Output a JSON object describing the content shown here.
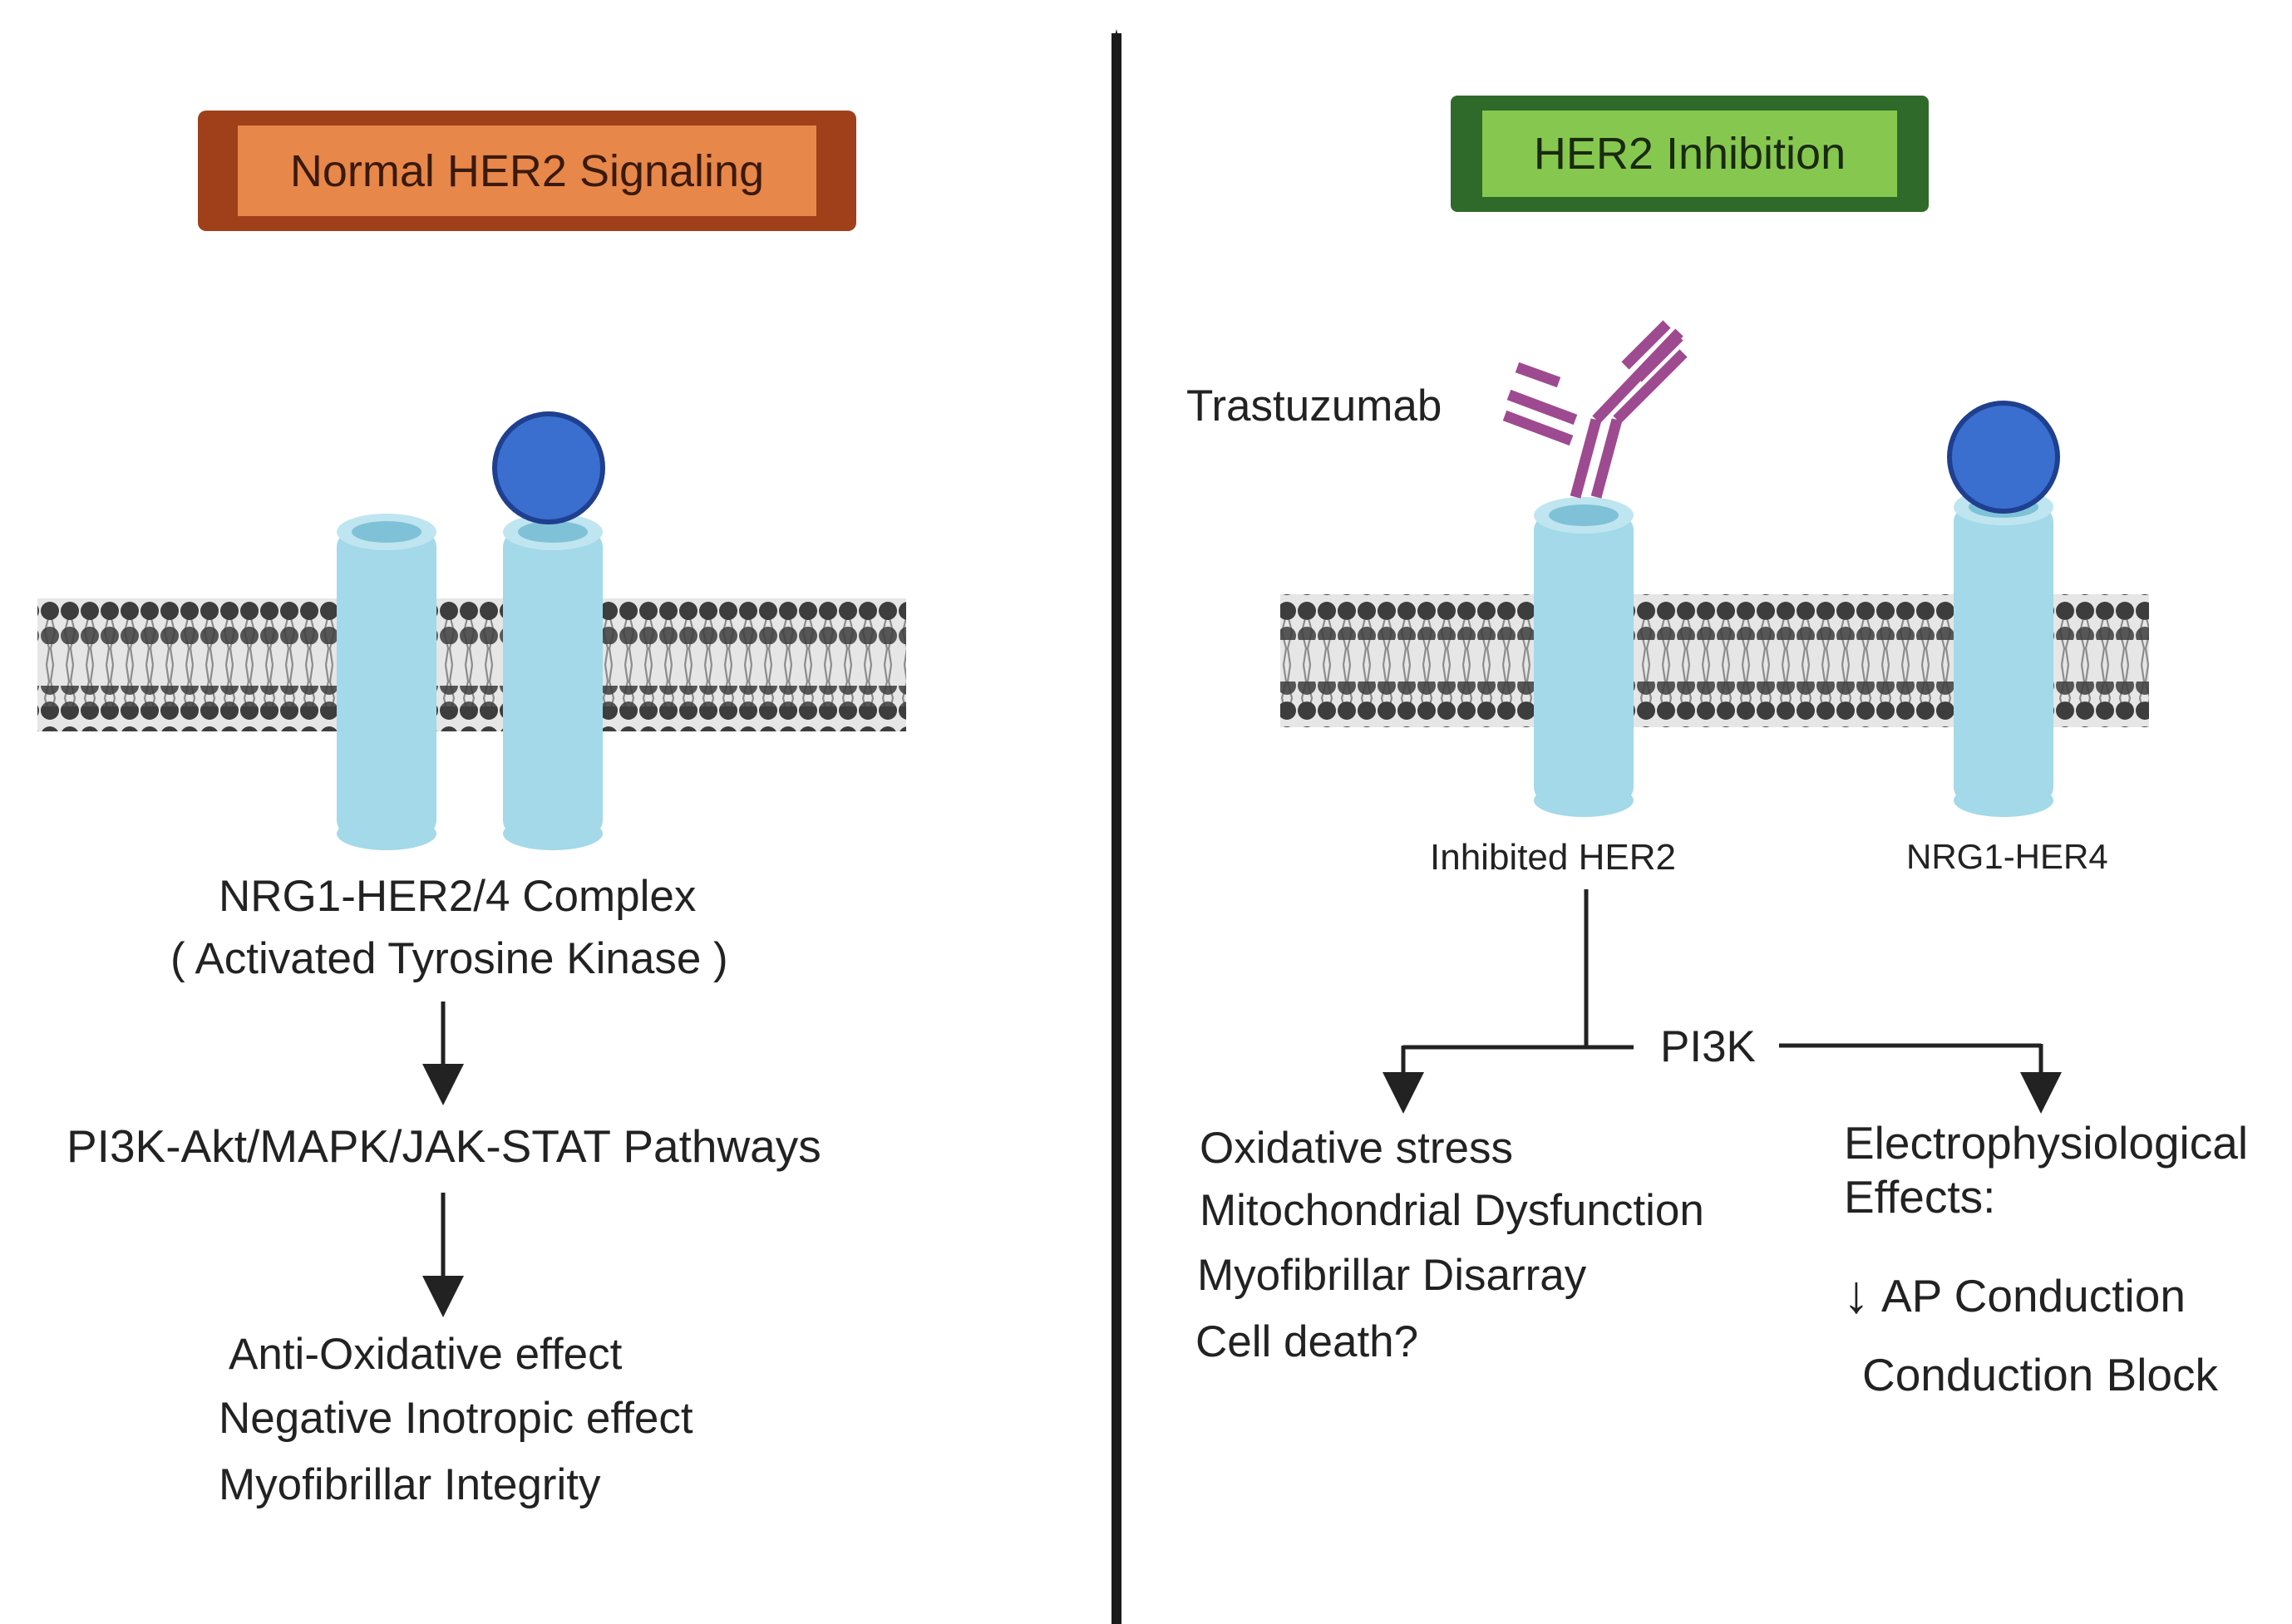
{
  "left_panel": {
    "title": "Normal HER2 Signaling",
    "complex_label": "NRG1-HER2/4 Complex",
    "complex_sub": "( Activated Tyrosine Kinase )",
    "pathways": "PI3K-Akt/MAPK/JAK-STAT Pathways",
    "effects": [
      "Anti-Oxidative effect",
      "Negative Inotropic effect",
      "Myofibrillar Integrity"
    ]
  },
  "right_panel": {
    "title": "HER2 Inhibition",
    "drug_label": "Trastuzumab",
    "receptor_left": "Inhibited HER2",
    "receptor_right": "NRG1-HER4",
    "node": "PI3K",
    "left_effects": [
      "Oxidative stress",
      "Mitochondrial Dysfunction",
      "Myofibrillar Disarray",
      "Cell death?"
    ],
    "right_heading": [
      "Electrophysiological",
      "Effects:"
    ],
    "right_down_arrow": "↓",
    "right_effects": [
      "AP Conduction",
      "Conduction Block"
    ]
  },
  "colors": {
    "left_title_fill": "#e8874a",
    "left_title_border": "#a0401a",
    "right_title_fill": "#86c84f",
    "right_title_border": "#2f6a2a",
    "receptor": "#a3d9e8",
    "receptor_top": "#7fc2d8",
    "ligand": "#3a6fcf",
    "antibody": "#9e4a90",
    "membrane_head": "#3a3a3a",
    "membrane_tail": "#9a9a9a"
  }
}
